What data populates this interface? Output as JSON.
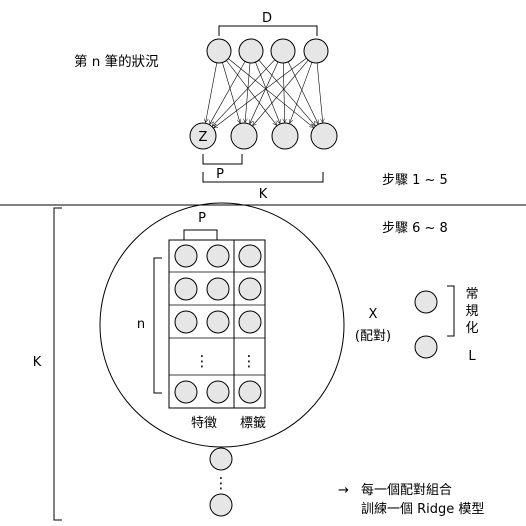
{
  "top_section": {
    "title": "第 n 筆的狀況",
    "label_D": "D",
    "node_z_label": "Z",
    "label_P": "P",
    "label_K": "K",
    "steps": "步驟 1 ~ 5"
  },
  "bottom_section": {
    "steps": "步驟 6 ~ 8",
    "label_K": "K",
    "label_P": "P",
    "label_n": "n",
    "features_label": "特徵",
    "labels_label": "標籤",
    "ellipsis": "⋮",
    "x_label": "X",
    "pair_label": "(配對)",
    "regularize_label_chars": [
      "常",
      "規",
      "化"
    ],
    "L_label": "L",
    "arrow": "→",
    "note_line1": "每一個配對組合",
    "note_line2": "訓練一個 Ridge 模型"
  },
  "colors": {
    "node_fill": "#e6e6e6",
    "stroke": "#000000"
  }
}
